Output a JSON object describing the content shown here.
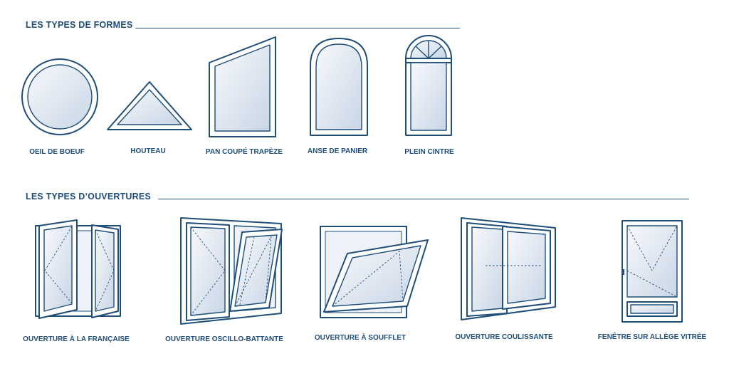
{
  "colors": {
    "primary": "#1f4e79",
    "glass_light": "#f4f7fb",
    "glass_dark": "#c9d6e6"
  },
  "shapes_section": {
    "title": "LES TYPES DE FORMES",
    "items": [
      {
        "label": "OEIL DE BOEUF"
      },
      {
        "label": "HOUTEAU"
      },
      {
        "label": "PAN COUPÉ TRAPÈZE"
      },
      {
        "label": "ANSE DE PANIER"
      },
      {
        "label": "PLEIN CINTRE"
      }
    ]
  },
  "openings_section": {
    "title": "LES TYPES D’OUVERTURES",
    "items": [
      {
        "label": "OUVERTURE À LA FRANÇAISE"
      },
      {
        "label": "OUVERTURE OSCILLO-BATTANTE"
      },
      {
        "label": "OUVERTURE À SOUFFLET"
      },
      {
        "label": "OUVERTURE COULISSANTE"
      },
      {
        "label": "FENÊTRE SUR ALLÈGE VITRÉE"
      }
    ]
  }
}
